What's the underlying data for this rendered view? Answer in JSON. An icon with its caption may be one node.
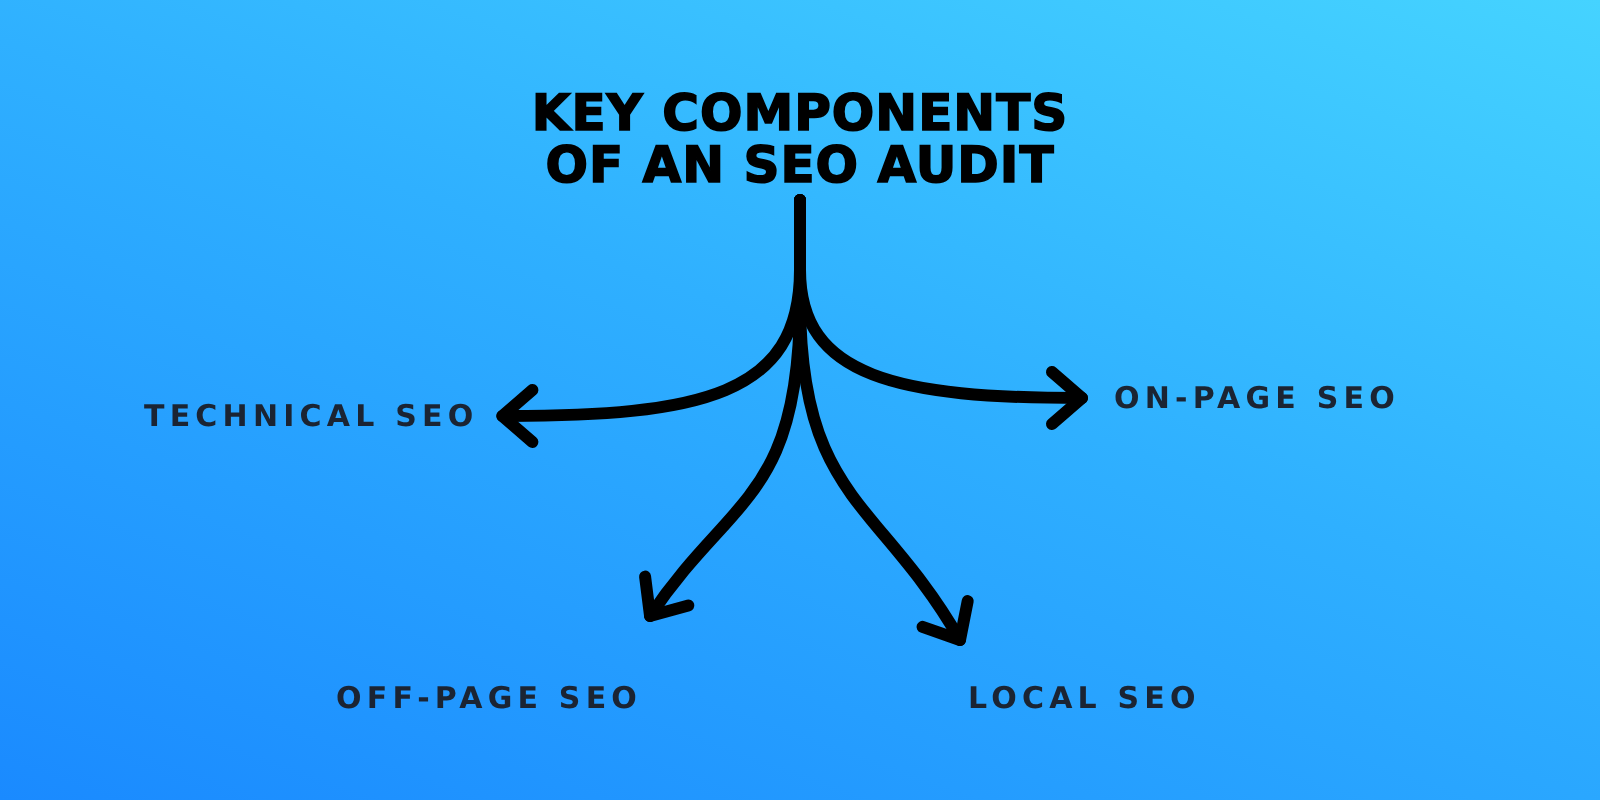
{
  "diagram": {
    "nodes": [
      {
        "text": [
          "KEY COMPONENTS OF AN SEO AUDIT"
        ]
      },
      {
        "text": [
          "TECHNICAL SEO"
        ]
      },
      {
        "text": [
          "ON-PAGE SEO"
        ]
      },
      {
        "text": [
          "OFF-PAGE SEO"
        ]
      },
      {
        "text": [
          "LOCAL SEO"
        ]
      }
    ],
    "edges": [
      {
        "from": 0,
        "to": 1,
        "arrow": "to"
      },
      {
        "from": 0,
        "to": 2,
        "arrow": "to"
      },
      {
        "from": 0,
        "to": 3,
        "arrow": "to"
      },
      {
        "from": 0,
        "to": 4,
        "arrow": "to"
      }
    ]
  }
}
